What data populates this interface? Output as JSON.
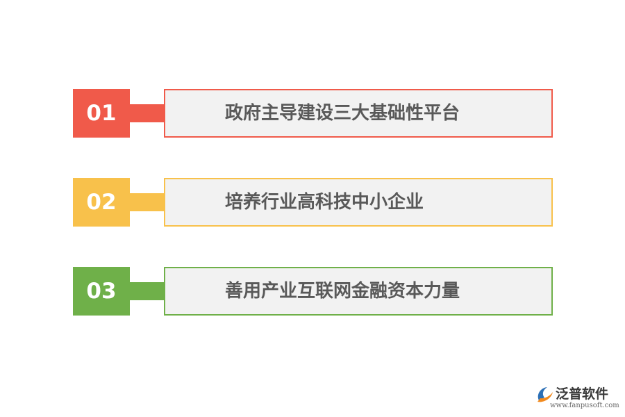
{
  "items": [
    {
      "number": "01",
      "text": "政府主导建设三大基础性平台",
      "color": "#f05a4a"
    },
    {
      "number": "02",
      "text": "培养行业高科技中小企业",
      "color": "#f8c14b"
    },
    {
      "number": "03",
      "text": "善用产业互联网金融资本力量",
      "color": "#6fb049"
    }
  ],
  "logo": {
    "name": "泛普软件",
    "url": "www.fanpusoft.com",
    "colors": {
      "blue": "#2b6fb6",
      "orange": "#f28a1e"
    }
  }
}
